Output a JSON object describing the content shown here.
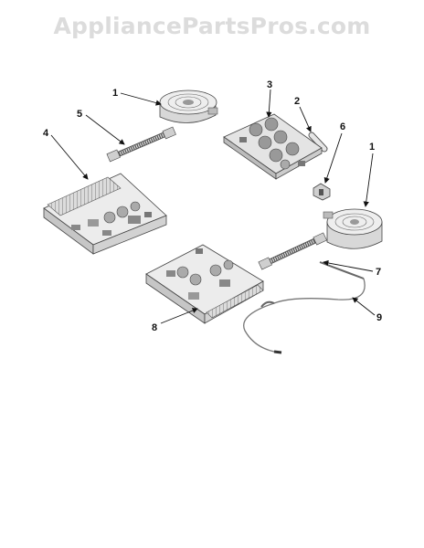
{
  "watermark": "AppliancePartsPros.com",
  "callouts": {
    "c1a": "1",
    "c1b": "1",
    "c2": "2",
    "c3": "3",
    "c4": "4",
    "c5": "5",
    "c6": "6",
    "c7": "7",
    "c8": "8",
    "c9": "9"
  }
}
